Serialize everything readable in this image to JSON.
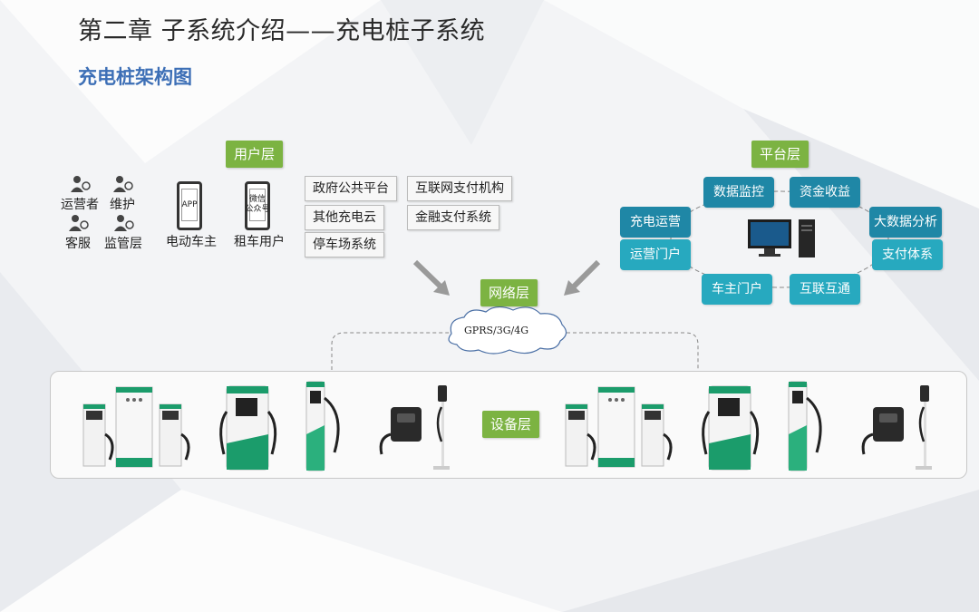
{
  "title": "第二章 子系统介绍——充电桩子系统",
  "subtitle": "充电桩架构图",
  "user_layer": {
    "tag": "用户层",
    "roles": [
      "运营者",
      "维护",
      "客服",
      "监管层"
    ],
    "phones": [
      {
        "screen": "APP",
        "label": "电动车主"
      },
      {
        "screen": "微信\n公众号",
        "label": "租车用户"
      }
    ],
    "left_platforms": [
      "政府公共平台",
      "其他充电云",
      "停车场系统"
    ],
    "right_platforms": [
      "互联网支付机构",
      "金融支付系统"
    ]
  },
  "platform_layer": {
    "tag": "平台层",
    "items": [
      "数据监控",
      "资金收益",
      "充电运营",
      "大数据分析",
      "运营门户",
      "支付体系",
      "车主门户",
      "互联互通"
    ]
  },
  "network_layer": {
    "tag": "网络层",
    "cloud_label": "GPRS/3G/4G"
  },
  "device_layer": {
    "tag": "设备层"
  },
  "colors": {
    "green_tag": "#7cb342",
    "pill_dark": "#1f87a6",
    "pill_light": "#27a9bf",
    "subtitle_blue": "#3d6fb6"
  }
}
